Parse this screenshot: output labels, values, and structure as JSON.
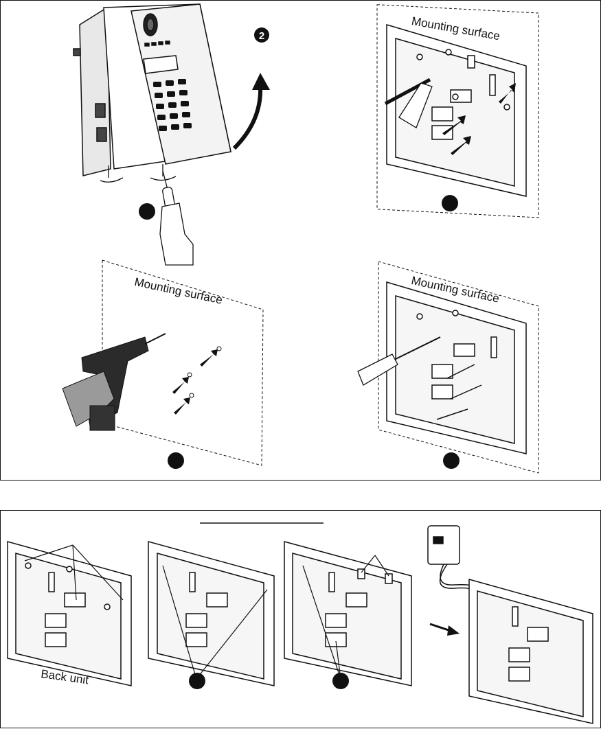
{
  "labels": {
    "mounting_surface_top_right": "Mounting surface",
    "mounting_surface_bottom_left": "Mounting surface",
    "mounting_surface_bottom_right": "Mounting surface",
    "back_unit": "Back unit",
    "step_two": "2"
  },
  "colors": {
    "ink": "#111111",
    "hand_fill": "#9a9a9a",
    "drill_fill": "#2b2b2b",
    "background": "#ffffff"
  },
  "icons": [
    "keypad-unit",
    "screwdriver-icon",
    "drill-icon",
    "hand-icon",
    "power-adapter-icon",
    "arrow-icon"
  ]
}
